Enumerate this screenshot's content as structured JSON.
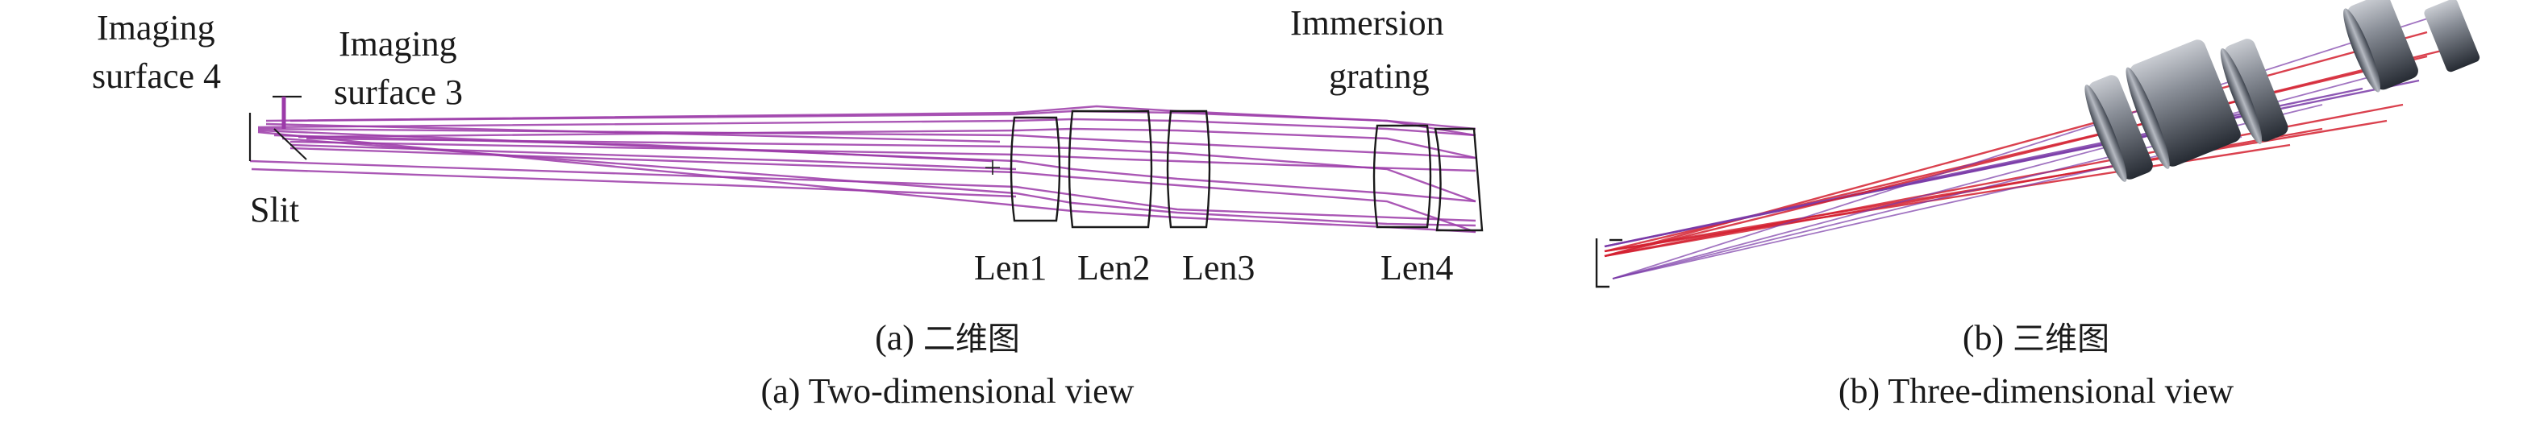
{
  "panel_2d": {
    "labels": {
      "imaging_surface_4_line1": "Imaging",
      "imaging_surface_4_line2": "surface 4",
      "imaging_surface_3_line1": "Imaging",
      "imaging_surface_3_line2": "surface 3",
      "slit": "Slit",
      "immersion_grating_line1": "Immersion",
      "immersion_grating_line2": "grating",
      "len1": "Len1",
      "len2": "Len2",
      "len3": "Len3",
      "len4": "Len4"
    },
    "caption_prefix": "(a)",
    "caption_cn": "二维图",
    "caption_en": "(a) Two-dimensional view"
  },
  "panel_3d": {
    "caption_prefix": "(b)",
    "caption_cn": "三维图",
    "caption_en": "(b) Three-dimensional view"
  },
  "colors": {
    "ray_2d": "#9b3aa8",
    "ray_3d_red": "#d42030",
    "ray_3d_purple": "#7a3aa8",
    "lens_outline": "#1a1a1a",
    "lens_3d_dark": "#2e3440",
    "lens_3d_light": "#b8bcc4"
  }
}
